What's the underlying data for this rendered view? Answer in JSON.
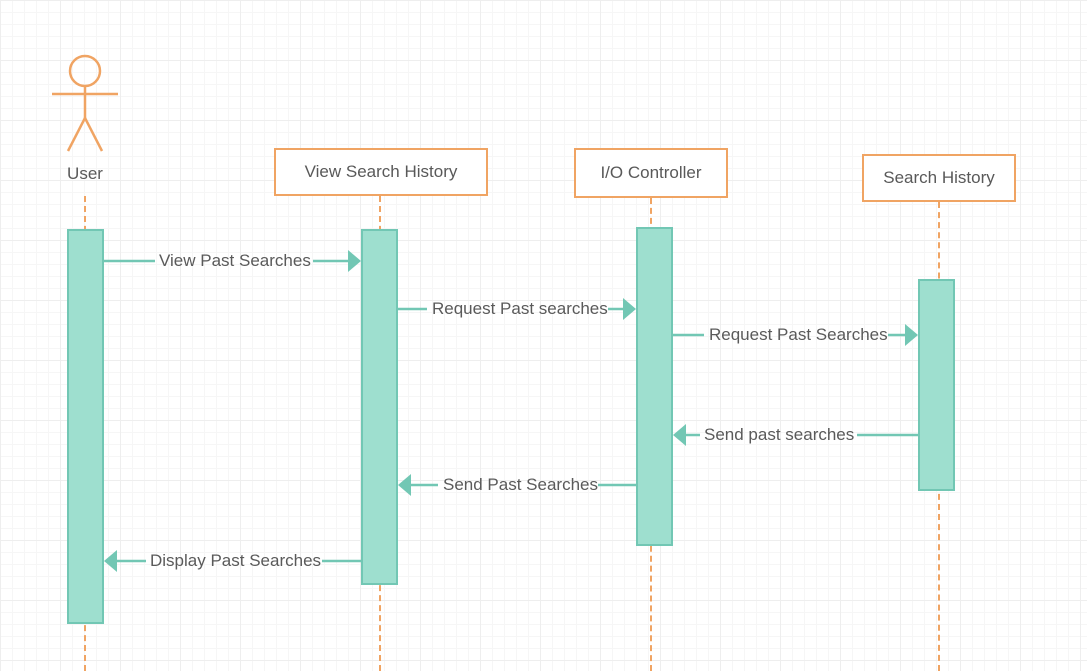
{
  "colors": {
    "actor": "#f0a463",
    "activation_fill": "#9edfcf",
    "activation_border": "#72c7b4",
    "message": "#72c7b4",
    "text": "#5a5a5a"
  },
  "actor": {
    "label": "User",
    "icon": "stick-figure-icon"
  },
  "participants": [
    {
      "label": "View Search History"
    },
    {
      "label": "I/O Controller"
    },
    {
      "label": "Search History"
    }
  ],
  "messages": [
    {
      "label": "View Past Searches",
      "from": "User",
      "to": "View Search History"
    },
    {
      "label": "Request Past searches",
      "from": "View Search History",
      "to": "I/O Controller"
    },
    {
      "label": "Request Past Searches",
      "from": "I/O Controller",
      "to": "Search History"
    },
    {
      "label": "Send past searches",
      "from": "Search History",
      "to": "I/O Controller"
    },
    {
      "label": "Send Past Searches",
      "from": "I/O Controller",
      "to": "View Search History"
    },
    {
      "label": "Display Past Searches",
      "from": "View Search History",
      "to": "User"
    }
  ]
}
